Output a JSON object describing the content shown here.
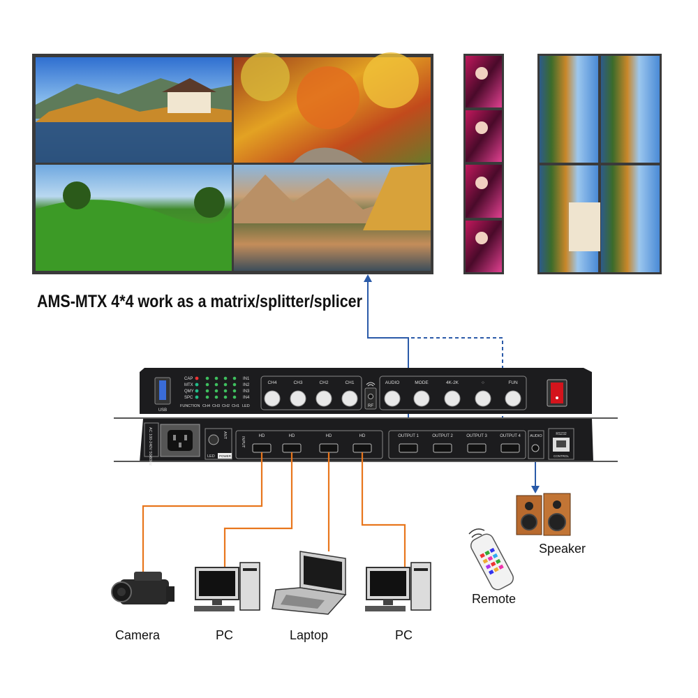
{
  "title": "AMS-MTX 4*4 work as a matrix/splitter/splicer",
  "devices": {
    "camera": "Camera",
    "pc_left": "PC",
    "laptop": "Laptop",
    "pc_right": "PC",
    "speaker": "Speaker",
    "remote": "Remote"
  },
  "front_panel": {
    "usb": "USB",
    "function_rows": [
      "CAP",
      "MTX",
      "QMY",
      "SPC"
    ],
    "function_label": "FUNCTION",
    "in_labels": [
      "IN1",
      "IN2",
      "IN3",
      "IN4"
    ],
    "led_label": "LED",
    "ch_bottom": [
      "CH4",
      "CH3",
      "CH2",
      "CH1"
    ],
    "channel_buttons": [
      "CH4",
      "CH3",
      "CH2",
      "CH1"
    ],
    "rf": "RF",
    "control_buttons": [
      "AUDIO",
      "MODE",
      "4K-2K",
      "○",
      "FUN"
    ]
  },
  "rear_panel": {
    "power_spec": "AC 100-240V 50/60Hz",
    "ant": "ANT",
    "led": "LED",
    "power": "POWER",
    "input_label": "INPUT",
    "inputs": [
      "HD",
      "HD",
      "HD",
      "HD"
    ],
    "outputs": [
      "OUTPUT 1",
      "OUTPUT 2",
      "OUTPUT 3",
      "OUTPUT 4"
    ],
    "audio": "AUDIO",
    "rs232": "RS232",
    "control": "CONTROL"
  },
  "colors": {
    "input_cable": "#e8761c",
    "output_cable": "#2a5aa8",
    "device_body": "#1c1c1e",
    "panel_outline": "#c9c9c9"
  }
}
